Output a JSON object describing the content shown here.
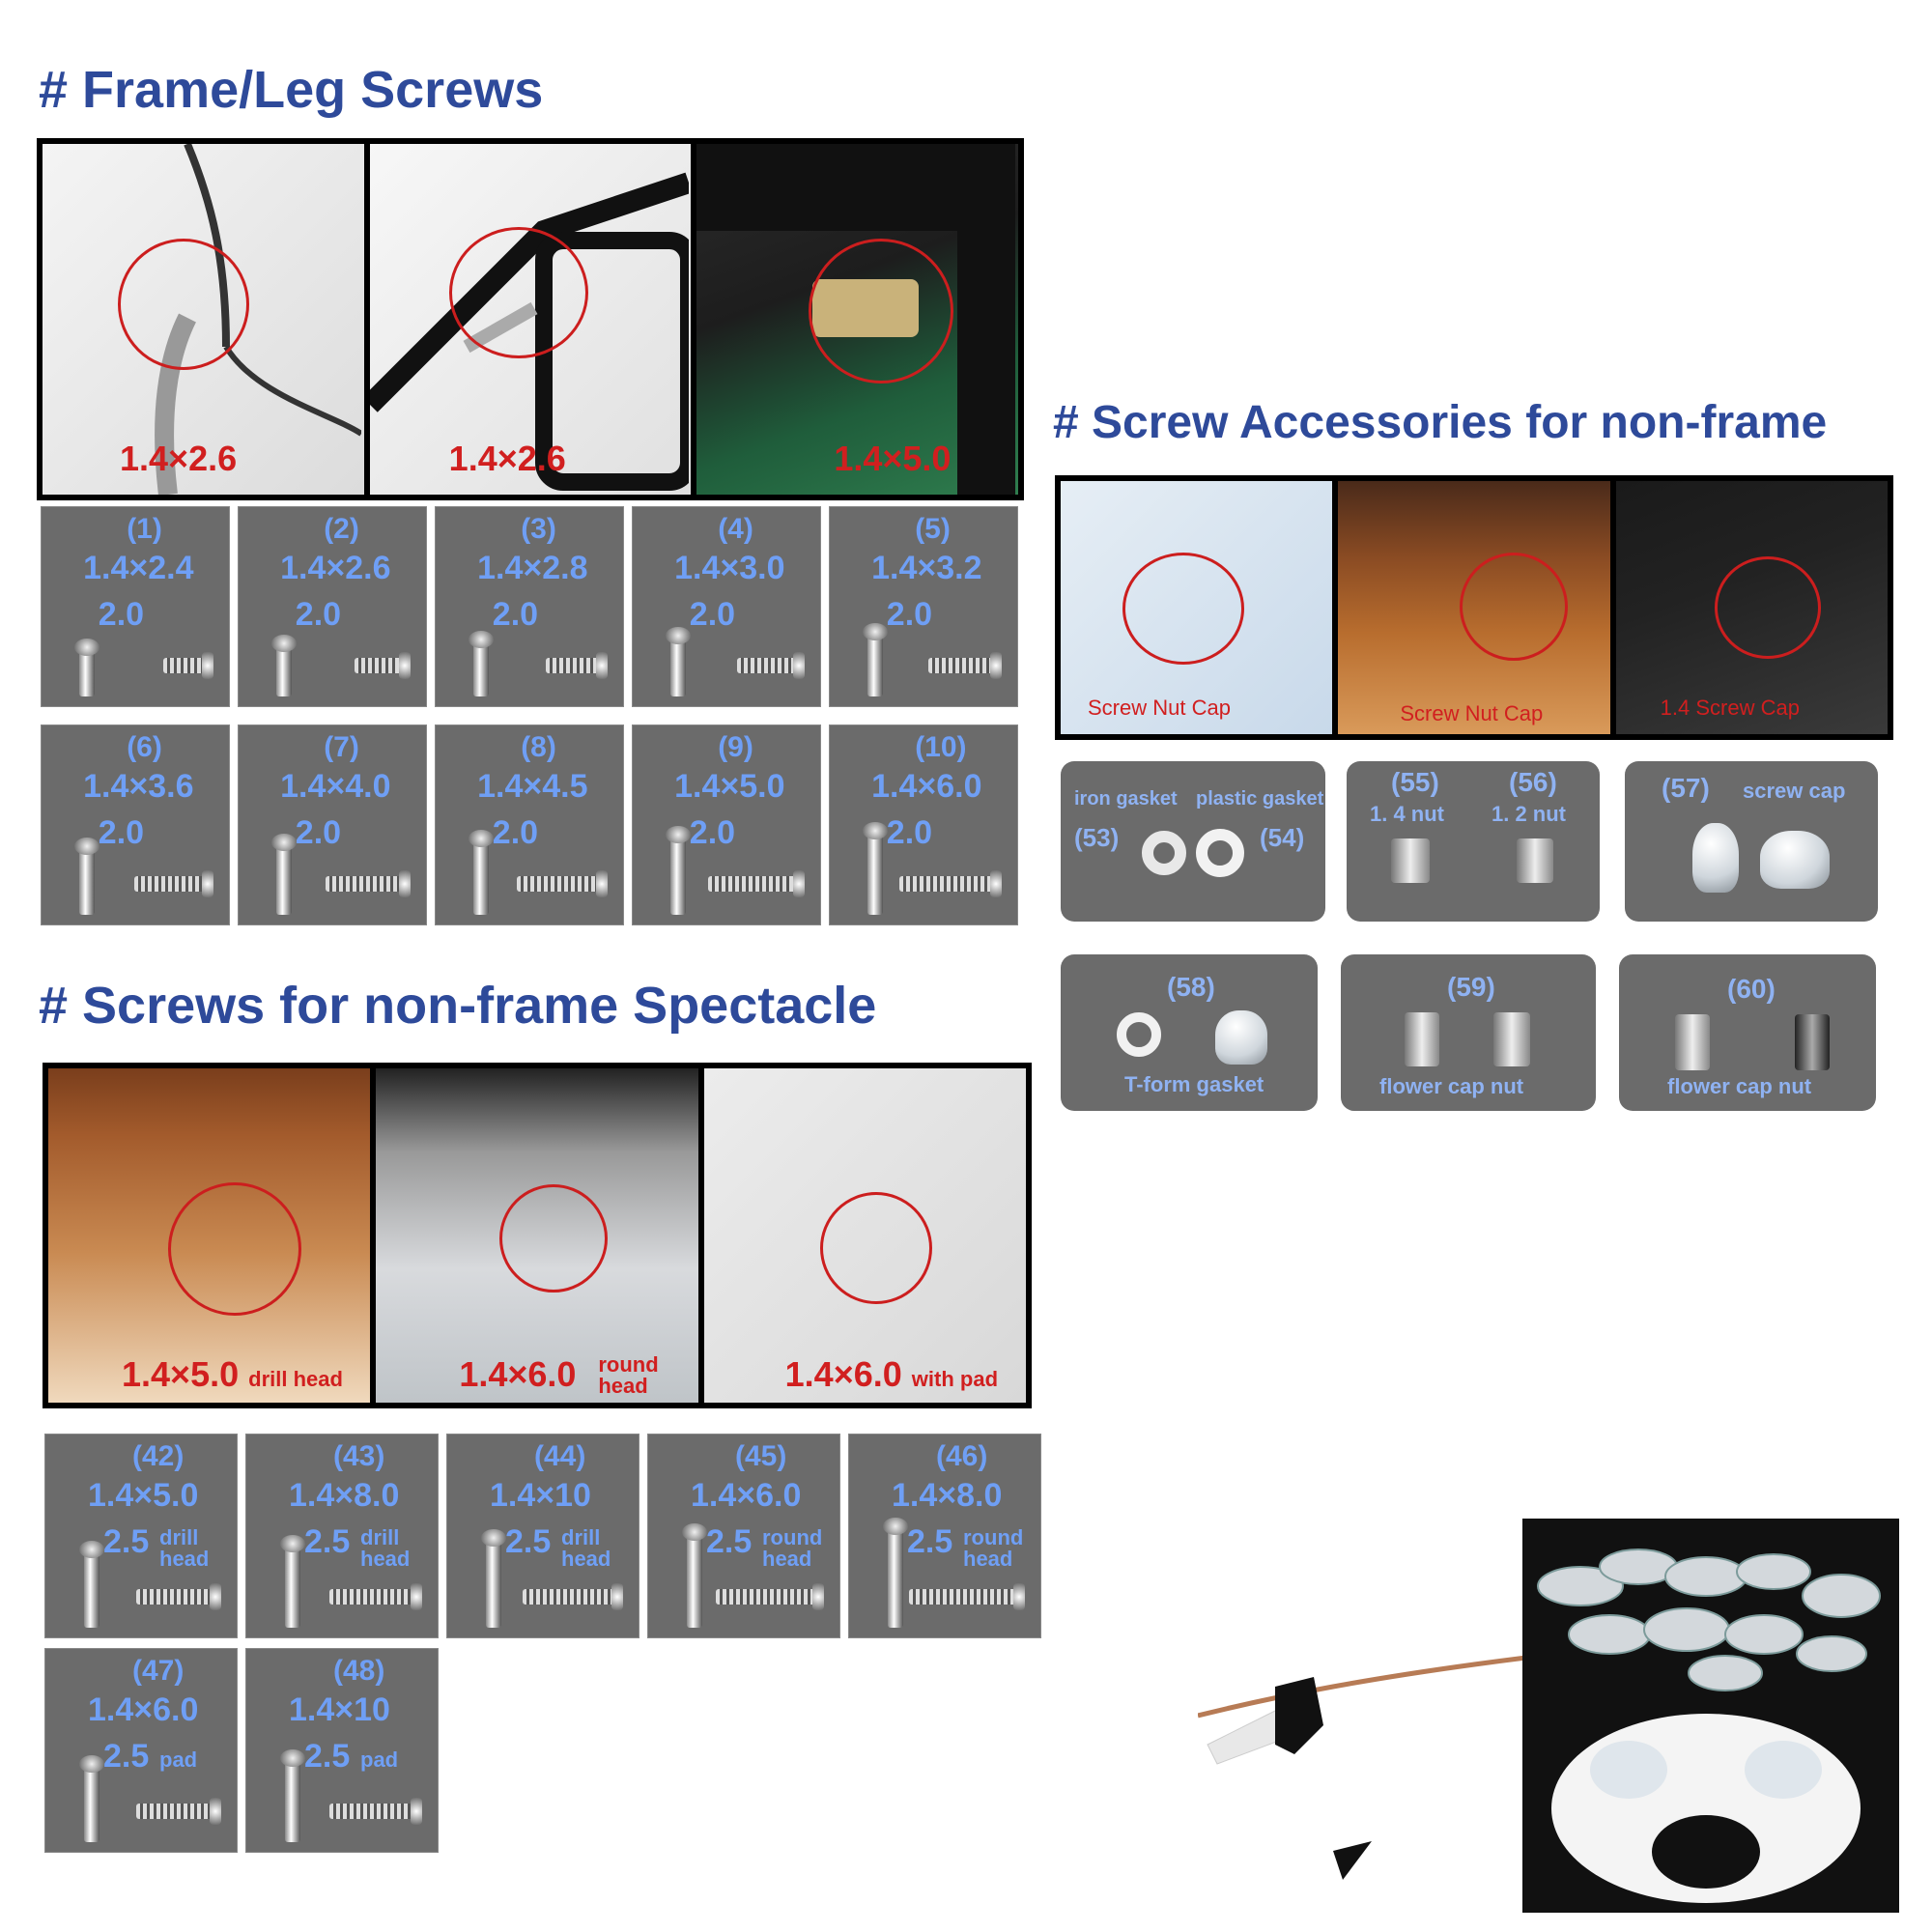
{
  "colors": {
    "heading": "#2e4a9a",
    "label_red": "#d11f1f",
    "tile_bg": "#6b6b6b",
    "tile_text": "#6f9ff5"
  },
  "frame_section": {
    "title": "# Frame/Leg Screws",
    "photos": [
      {
        "caption": "1.4×2.6"
      },
      {
        "caption": "1.4×2.6"
      },
      {
        "caption": "1.4×5.0"
      }
    ],
    "screws": [
      {
        "num": "(1)",
        "size": "1.4×2.4",
        "dia": "2.0"
      },
      {
        "num": "(2)",
        "size": "1.4×2.6",
        "dia": "2.0"
      },
      {
        "num": "(3)",
        "size": "1.4×2.8",
        "dia": "2.0"
      },
      {
        "num": "(4)",
        "size": "1.4×3.0",
        "dia": "2.0"
      },
      {
        "num": "(5)",
        "size": "1.4×3.2",
        "dia": "2.0"
      },
      {
        "num": "(6)",
        "size": "1.4×3.6",
        "dia": "2.0"
      },
      {
        "num": "(7)",
        "size": "1.4×4.0",
        "dia": "2.0"
      },
      {
        "num": "(8)",
        "size": "1.4×4.5",
        "dia": "2.0"
      },
      {
        "num": "(9)",
        "size": "1.4×5.0",
        "dia": "2.0"
      },
      {
        "num": "(10)",
        "size": "1.4×6.0",
        "dia": "2.0"
      }
    ]
  },
  "nonframe_section": {
    "title": "# Screws for non-frame Spectacle",
    "photos": [
      {
        "caption": "1.4×5.0",
        "note": "drill head"
      },
      {
        "caption": "1.4×6.0",
        "note_line1": "round",
        "note_line2": "head"
      },
      {
        "caption": "1.4×6.0",
        "note": "with pad"
      }
    ],
    "screws": [
      {
        "num": "(42)",
        "size": "1.4×5.0",
        "dia": "2.5",
        "note1": "drill",
        "note2": "head"
      },
      {
        "num": "(43)",
        "size": "1.4×8.0",
        "dia": "2.5",
        "note1": "drill",
        "note2": "head"
      },
      {
        "num": "(44)",
        "size": "1.4×10",
        "dia": "2.5",
        "note1": "drill",
        "note2": "head"
      },
      {
        "num": "(45)",
        "size": "1.4×6.0",
        "dia": "2.5",
        "note1": "round",
        "note2": "head"
      },
      {
        "num": "(46)",
        "size": "1.4×8.0",
        "dia": "2.5",
        "note1": "round",
        "note2": "head"
      },
      {
        "num": "(47)",
        "size": "1.4×6.0",
        "dia": "2.5",
        "note1": "pad"
      },
      {
        "num": "(48)",
        "size": "1.4×10",
        "dia": "2.5",
        "note1": "pad"
      }
    ]
  },
  "accessories_section": {
    "title": "# Screw Accessories for non-frame",
    "photos": [
      {
        "caption": "Screw Nut Cap"
      },
      {
        "caption": "Screw Nut Cap"
      },
      {
        "caption": "1.4 Screw Cap"
      }
    ],
    "items": {
      "gasket": {
        "left_label": "iron gasket",
        "right_label": "plastic gasket",
        "left_num": "(53)",
        "right_num": "(54)"
      },
      "nuts": {
        "left_num": "(55)",
        "right_num": "(56)",
        "left_label": "1. 4 nut",
        "right_label": "1. 2 nut"
      },
      "cap": {
        "num": "(57)",
        "label": "screw cap"
      },
      "tform": {
        "num": "(58)",
        "label": "T-form gasket"
      },
      "flower1": {
        "num": "(59)",
        "label": "flower cap nut"
      },
      "flower2": {
        "num": "(60)",
        "label": "flower cap nut"
      }
    }
  }
}
